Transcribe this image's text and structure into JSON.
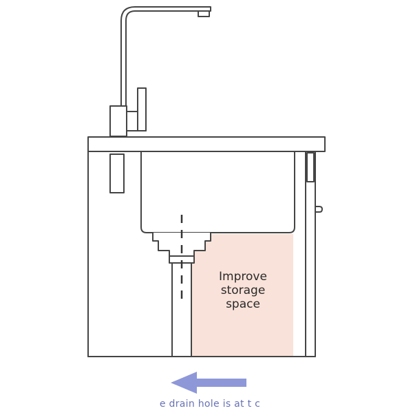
{
  "diagram": {
    "storage_label_lines": [
      "Improve",
      "storage",
      "space"
    ],
    "caption": "e drain hole is at t   c",
    "colors": {
      "line": "#444444",
      "storage_fill": "#f9e2d9",
      "arrow": "#8e97d8",
      "caption": "#4e5aa8"
    },
    "icons": [
      "faucet-icon",
      "sink-basin",
      "drain-pipe",
      "arrow-left-icon"
    ]
  }
}
